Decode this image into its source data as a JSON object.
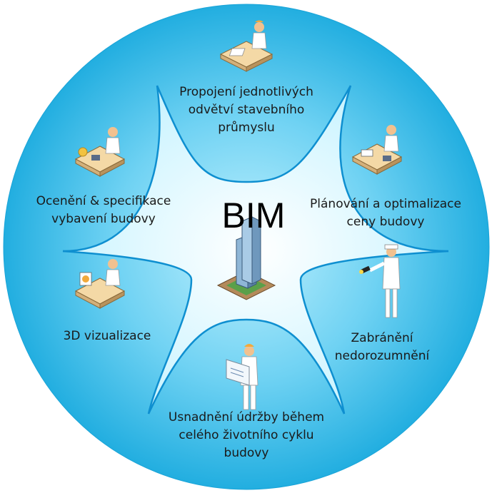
{
  "center": {
    "title": "BIM"
  },
  "segments": [
    {
      "id": "top",
      "lines": [
        "Propojení jednotlivých",
        "odvětví stavebního",
        "průmyslu"
      ],
      "icon": "desk-worker-icon"
    },
    {
      "id": "upper-right",
      "lines": [
        "Plánování a optimalizace",
        "ceny budovy"
      ],
      "icon": "accountant-desk-icon"
    },
    {
      "id": "right",
      "lines": [
        "Zabránění",
        "nedorozumnění"
      ],
      "icon": "inspector-flashlight-icon"
    },
    {
      "id": "bottom",
      "lines": [
        "Usnadnění údržby během",
        "celého životního cyklu",
        "budovy"
      ],
      "icon": "worker-blueprint-icon"
    },
    {
      "id": "left",
      "lines": [
        "3D vizualizace"
      ],
      "icon": "designer-desk-icon"
    },
    {
      "id": "upper-left",
      "lines": [
        "Ocenění & specifikace",
        "vybavení budovy"
      ],
      "icon": "estimator-desk-icon"
    }
  ],
  "colors": {
    "outer": "#2fb8e6",
    "outer_light": "#9fe3fa",
    "center": "#dff8ff",
    "lines": "#0e8fd0"
  }
}
